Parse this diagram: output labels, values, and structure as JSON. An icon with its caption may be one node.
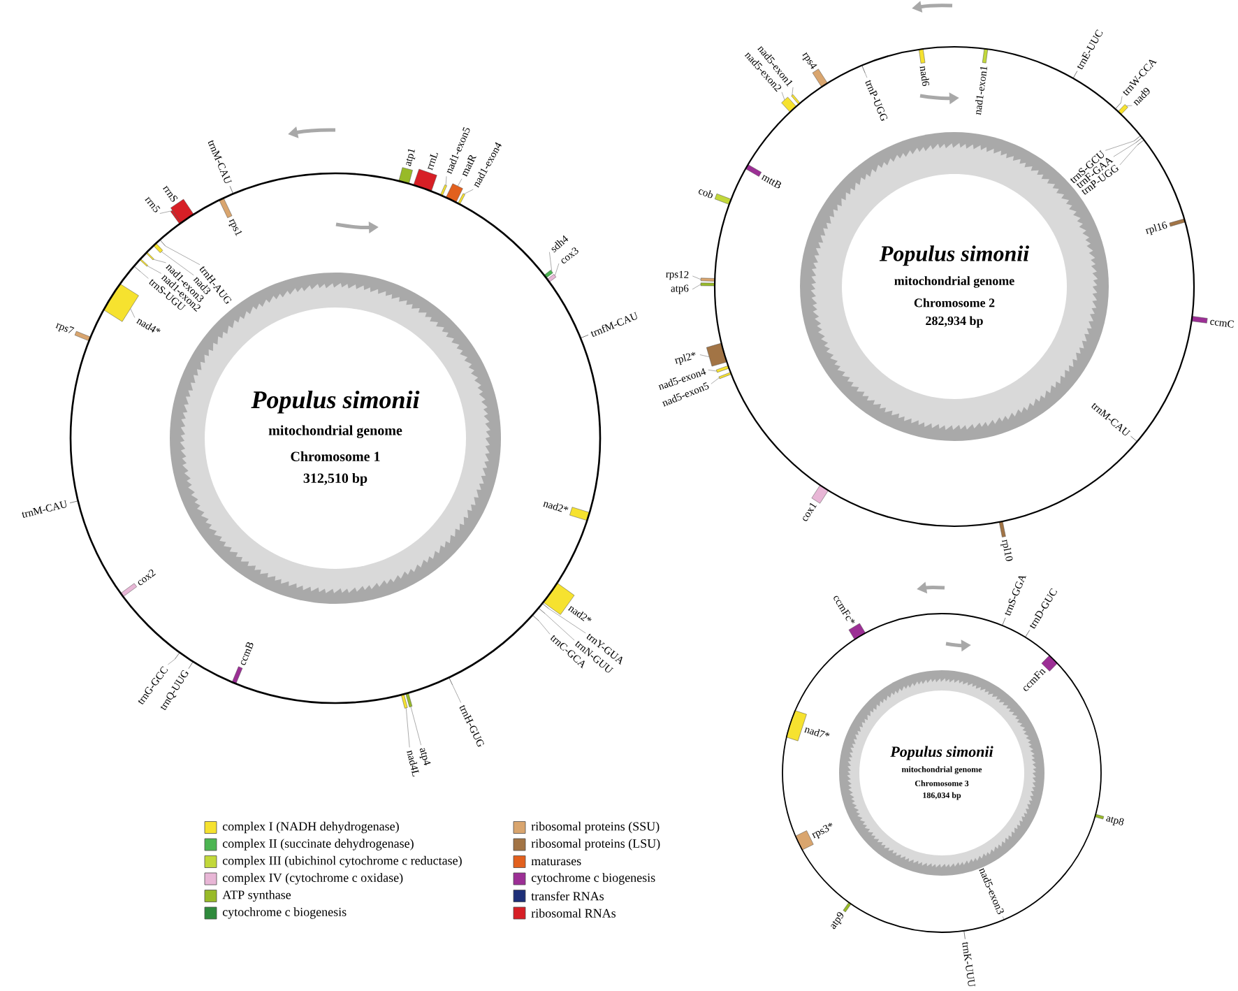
{
  "diagram": {
    "nodes": [
      {
        "text": [
          "Populus simonii",
          "mitochondrial genome",
          "Chromosome 1",
          "312,510 bp",
          "rps1",
          "trnH-AUG",
          "nad3",
          "nad1-exon3",
          "nad1-exon2",
          "trnS-UGU",
          "nad4*",
          "nad2*",
          "cox2",
          "ccmB"
        ],
        "beside": [
          "rrnS",
          "rrn5",
          "trnM-CAU",
          "atp1",
          "rrnL",
          "nad1-exon5",
          "matR",
          "nad1-exon4",
          "sdh4",
          "cox3",
          "rps7",
          "trnfM-CAU",
          "trnM-CAU",
          "nad2*",
          "trnY-GUA",
          "trnN-GUU",
          "trnC-GCA",
          "trnG-GCC",
          "trnQ-UUG",
          "trnH-GUG",
          "atp4",
          "nad4L"
        ]
      },
      {
        "text": [
          "Populus simonii",
          "mitochondrial genome",
          "Chromosome 2",
          "282,934 bp",
          "trnP-UGG",
          "nad6",
          "nad1-exon1",
          "trnS-GCU",
          "trnF-GAA",
          "trnP-UGG",
          "mttB",
          "rpl16",
          "trnM-CAU"
        ],
        "beside": [
          "nad5-exon1",
          "nad5-exon2",
          "rps4",
          "trnE-UUC",
          "trnW-CCA",
          "nad9",
          "cob",
          "rps12",
          "atp6",
          "ccmC",
          "rpl2*",
          "nad5-exon4",
          "nad5-exon5",
          "cox1",
          "rpl10"
        ]
      },
      {
        "text": [
          "Populus simonii",
          "mitochondrial genome",
          "Chromosome 3",
          "186,034 bp",
          "ccmFn",
          "nad7*",
          "rps3*",
          "nad5-exon3"
        ],
        "beside": [
          "ccmFc*",
          "trnS-GGA",
          "trnD-GUC",
          "atp8",
          "atp9",
          "trnK-UUU"
        ]
      }
    ],
    "legend": [
      {
        "text": "complex I (NADH dehydrogenase)",
        "color": "#f6e22f"
      },
      {
        "text": "complex II (succinate dehydrogenase)",
        "color": "#4cb552"
      },
      {
        "text": "complex III (ubichinol cytochrome c reductase)",
        "color": "#c2d83a"
      },
      {
        "text": "complex IV (cytochrome c oxidase)",
        "color": "#e8b6d6"
      },
      {
        "text": "ATP synthase",
        "color": "#98ba28"
      },
      {
        "text": "cytochrome c biogenesis",
        "color": "#2f8a3c"
      },
      {
        "text": "ribosomal proteins (SSU)",
        "color": "#d9a56e"
      },
      {
        "text": "ribosomal proteins (LSU)",
        "color": "#a27445"
      },
      {
        "text": "maturases",
        "color": "#e2601e"
      },
      {
        "text": "cytochrome c biogenesis",
        "color": "#9c2f95"
      },
      {
        "text": "transfer RNAs",
        "color": "#1e2f78"
      },
      {
        "text": "ribosomal RNAs",
        "color": "#d71f26"
      }
    ]
  }
}
